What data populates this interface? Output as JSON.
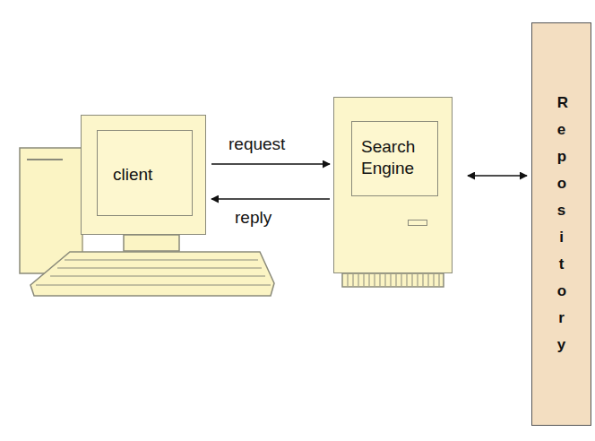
{
  "diagram": {
    "nodes": [
      {
        "text": [
          "client"
        ]
      },
      {
        "text": [
          "Search Engine"
        ]
      },
      {
        "text": [
          "Repository"
        ]
      }
    ],
    "edges": [
      {
        "from": 0,
        "to": 1,
        "arrow": "to",
        "label": "request"
      },
      {
        "from": 1,
        "to": 0,
        "arrow": "to",
        "label": "reply"
      },
      {
        "from": 1,
        "to": 2,
        "arrow": "both"
      }
    ]
  }
}
